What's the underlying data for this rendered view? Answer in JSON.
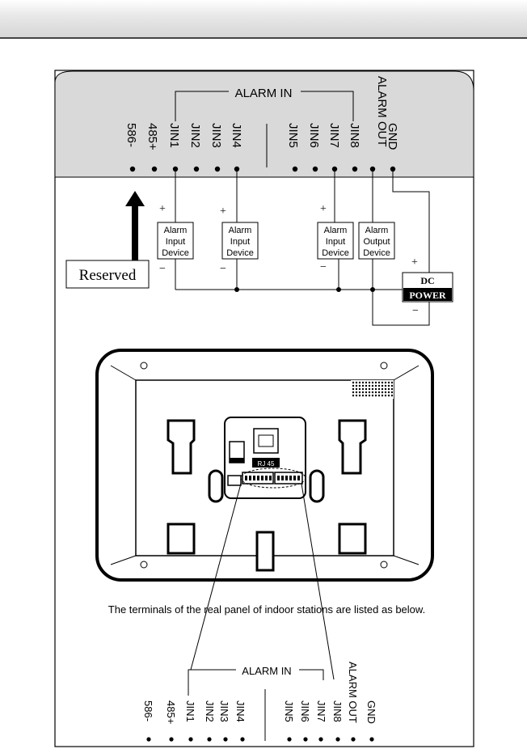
{
  "top_terminals": {
    "group_label": "ALARM IN",
    "alarm_out_label": "ALARM OUT",
    "labels": [
      "586-",
      "485+",
      "JIN1",
      "JIN2",
      "JIN3",
      "JIN4",
      "JIN5",
      "JIN6",
      "JIN7",
      "JIN8",
      "GND"
    ]
  },
  "devices": {
    "input_line1": "Alarm",
    "input_line2": "Input",
    "input_line3": "Device",
    "output_line1": "Alarm",
    "output_line2": "Output",
    "output_line3": "Device"
  },
  "signs": {
    "plus": "+",
    "minus": "−"
  },
  "reserved_label": "Reserved",
  "dc_power": {
    "top": "DC",
    "bottom": "POWER"
  },
  "panel": {
    "rj45_label": "RJ 45"
  },
  "caption": "The terminals of the real panel of indoor stations are listed as below.",
  "bottom_terminals": {
    "group_label": "ALARM IN",
    "alarm_out_label": "ALARM OUT",
    "labels": [
      "586-",
      "485+",
      "JIN1",
      "JIN2",
      "JIN3",
      "JIN4",
      "JIN5",
      "JIN6",
      "JIN7",
      "JIN8",
      "GND"
    ]
  }
}
